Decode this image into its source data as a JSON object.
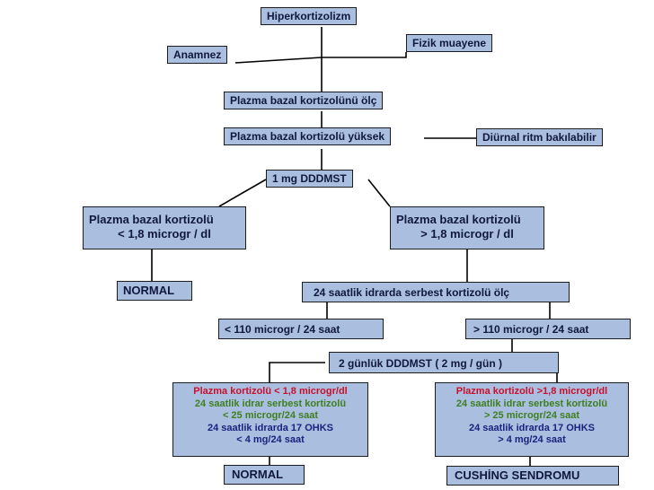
{
  "nodes": {
    "root": "Hiperkortizolizm",
    "anamnez": "Anamnez",
    "fizik": "Fizik muayene",
    "plazma_olc": "Plazma bazal kortizolünü ölç",
    "plazma_yuksek": "Plazma bazal kortizolü yüksek",
    "diurnal": "Diürnal ritm bakılabilir",
    "dddmst1": "1 mg DDDMST",
    "left_result": {
      "line1": "Plazma bazal kortizolü",
      "line2": "< 1,8 microgr / dl"
    },
    "right_result": {
      "line1": "Plazma bazal kortizolü",
      "line2": "> 1,8 microgr / dl"
    },
    "normal1": "NORMAL",
    "idrar24": "24 saatlik idrarda serbest kortizolü ölç",
    "lt110": "< 110 microgr / 24 saat",
    "gt110": "> 110 microgr / 24 saat",
    "dddmst2": "2 günlük DDDMST ( 2 mg / gün )",
    "left_final": {
      "line1": "Plazma kortizolü < 1,8 microgr/dl",
      "line2": "24 saatlik idrar serbest kortizolü",
      "line3": "< 25 microgr/24 saat",
      "line4": "24 saatlik idrarda 17 OHKS",
      "line5": "< 4 mg/24 saat"
    },
    "right_final": {
      "line1": "Plazma kortizolü >1,8 microgr/dl",
      "line2": "24 saatlik idrar serbest kortizolü",
      "line3": "> 25 microgr/24 saat",
      "line4": "24 saatlik idrarda 17 OHKS",
      "line5": "> 4 mg/24 saat"
    },
    "normal2": "NORMAL",
    "cushing": "CUSHİNG SENDROMU"
  },
  "colors": {
    "box_fill": "#aabedf",
    "line": "#000000",
    "red_text": "#c8102e",
    "green_text": "#3f7f20",
    "navy_text": "#1a237e"
  }
}
